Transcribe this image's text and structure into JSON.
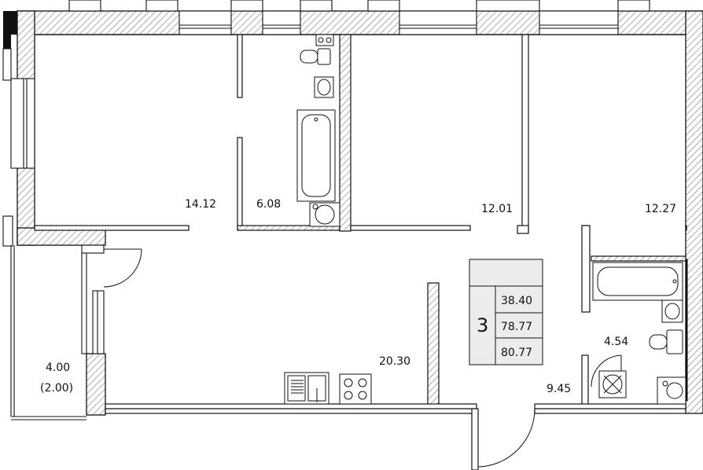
{
  "rooms": {
    "room_1_area": "14.12",
    "bath_area": "6.08",
    "room_2_area": "12.01",
    "room_3_area": "12.27",
    "living_kitchen_area": "20.30",
    "bathroom_2_area": "4.54",
    "hall_area": "9.45",
    "balcony_area": "4.00",
    "balcony_area_reduced": "(2.00)"
  },
  "summary": {
    "rooms_count": "3",
    "living_area": "38.40",
    "total_area": "78.77",
    "total_with_balcony": "80.77"
  },
  "colors": {
    "wall_line": "#111111",
    "hatch": "#777777",
    "summary_fill": "#ececec"
  }
}
